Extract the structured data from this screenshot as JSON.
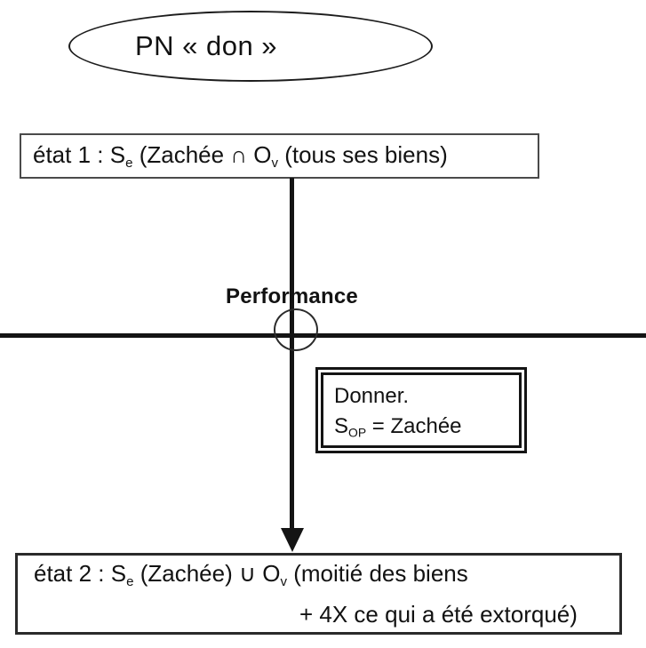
{
  "diagram": {
    "ellipse_label": "PN « don »",
    "state1": {
      "p1": "état 1 : S",
      "s1": "e",
      "p2": " (Zachée ∩ O",
      "s2": "v",
      "p3": " (tous ses biens)"
    },
    "performance_label": "Performance",
    "donner": {
      "line1": "Donner.",
      "p1": "S",
      "s1": "OP",
      "p2": " = Zachée"
    },
    "state2": {
      "p1": "état 2 : S",
      "s1": "e",
      "p2": " (Zachée) ∪ O",
      "s2": "v",
      "p3": " (moitié des biens",
      "line2": "+ 4X ce qui a été extorqué)"
    },
    "colors": {
      "ink": "#141414",
      "state1_border": "#4a4a4a",
      "state2_border": "#2a2a2a",
      "background": "#ffffff"
    }
  }
}
